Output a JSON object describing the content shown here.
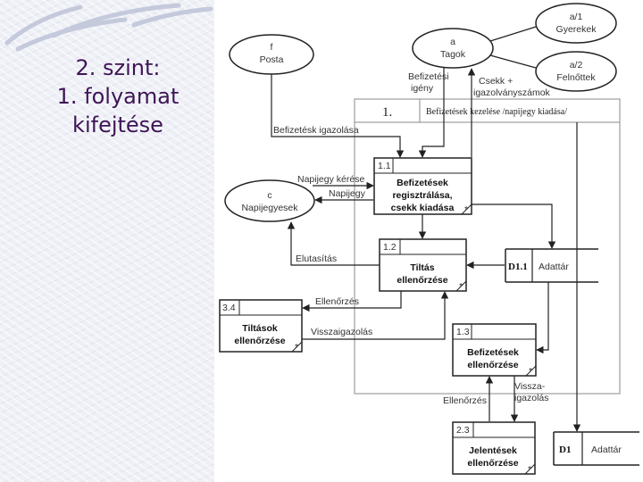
{
  "slide_title": [
    "2. szint:",
    "1. folyamat",
    "kifejtése"
  ],
  "colors": {
    "title": "#3f1556",
    "line": "#222222",
    "frame": "#888888"
  },
  "entities": {
    "posta": [
      "f",
      "Posta"
    ],
    "tagok": [
      "a",
      "Tagok"
    ],
    "gyerekek": [
      "a/1",
      "Gyerekek"
    ],
    "felnottek": [
      "a/2",
      "Felnőttek"
    ],
    "napijegyesek": [
      "c",
      "Napijegyesek"
    ]
  },
  "frame": {
    "number": "1.",
    "title": "Befizetések kezelése /napijegy kiadása/"
  },
  "processes": {
    "p11": {
      "id": "1.1",
      "lines": [
        "Befizetések",
        "regisztrálása,",
        "csekk kiadása"
      ],
      "marker": "*"
    },
    "p12": {
      "id": "1.2",
      "lines": [
        "Tiltás",
        "ellenőrzése"
      ],
      "marker": "*"
    },
    "p13": {
      "id": "1.3",
      "lines": [
        "Befizetések",
        "ellenőrzése"
      ],
      "marker": "*"
    },
    "p34": {
      "id": "3.4",
      "lines": [
        "Tiltások",
        "ellenőrzése"
      ],
      "marker": "*"
    },
    "p23": {
      "id": "2.3",
      "lines": [
        "Jelentések",
        "ellenőrzése"
      ],
      "marker": "*"
    }
  },
  "stores": {
    "d11": {
      "id": "D1.1",
      "name": "Adattár"
    },
    "d1": {
      "id": "D1",
      "name": "Adattár"
    }
  },
  "flows": {
    "befizetesi_igeny": [
      "Befizetési",
      "igény"
    ],
    "csekk_igazolvanyszamok": [
      "Csekk +",
      "igazolványszámok"
    ],
    "befizetesk_igazolasa": "Befizetésk igazolása",
    "napijegy_kerese": "Napijegy kérése",
    "napijegy": "Napijegy",
    "elutasitas": "Elutasítás",
    "ellenorzes_1": "Ellenőrzés",
    "visszaigazolas_1": "Visszaigazolás",
    "visszaigazolas_2": [
      "Vissza-",
      "igazolás"
    ],
    "ellenorzes_2": "Ellenőrzés"
  }
}
